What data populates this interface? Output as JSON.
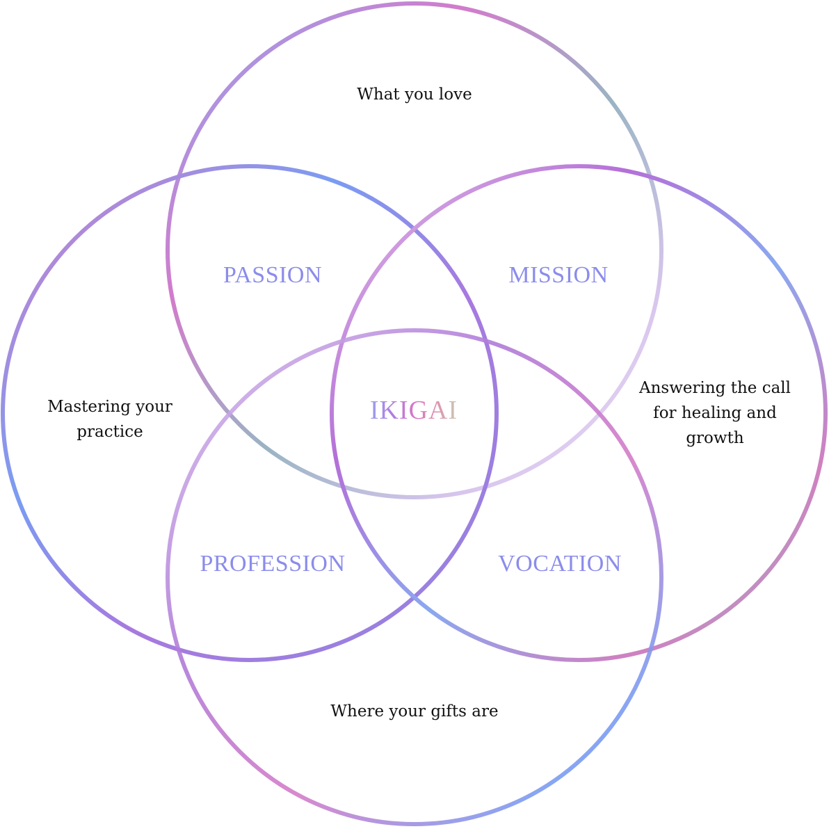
{
  "colors": {
    "label": "#8b8ceb",
    "purple": "#a070e0",
    "pink": "#d47cc8",
    "blue": "#7fa0f0",
    "gray": "#9ab4c4"
  },
  "circles": {
    "top": "What you love",
    "left": "Mastering your practice",
    "left_lines": [
      "Mastering your",
      "practice"
    ],
    "right_lines": [
      "Answering the call",
      "for healing and",
      "growth"
    ],
    "bottom": "Where your gifts are"
  },
  "intersections": {
    "passion": "PASSION",
    "mission": "MISSION",
    "profession": "PROFESSION",
    "vocation": "VOCATION"
  },
  "center": "IKIGAI"
}
